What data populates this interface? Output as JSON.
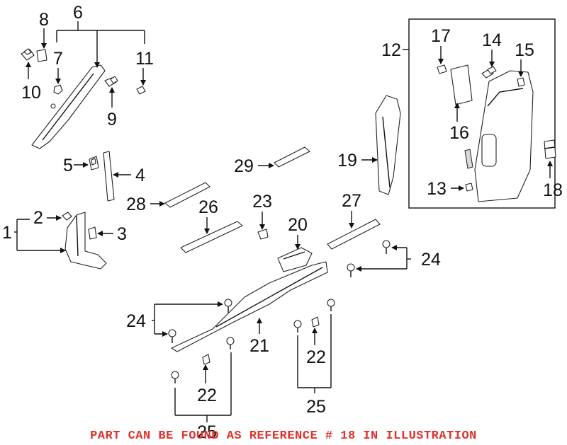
{
  "diagram": {
    "callouts": {
      "c1": "1",
      "c2": "2",
      "c3": "3",
      "c4": "4",
      "c5": "5",
      "c6": "6",
      "c7": "7",
      "c8": "8",
      "c9": "9",
      "c10": "10",
      "c11": "11",
      "c12": "12",
      "c13": "13",
      "c14": "14",
      "c15": "15",
      "c16": "16",
      "c17": "17",
      "c18": "18",
      "c19": "19",
      "c20": "20",
      "c21": "21",
      "c22a": "22",
      "c22b": "22",
      "c23": "23",
      "c24a": "24",
      "c24b": "24",
      "c25a": "25",
      "c25b": "25",
      "c26": "26",
      "c27": "27",
      "c28": "28",
      "c29": "29"
    },
    "note": "PART CAN BE FOUND AS REFERENCE # 18 IN ILLUSTRATION",
    "note_color": "#e0322a",
    "line_color": "#111111"
  }
}
